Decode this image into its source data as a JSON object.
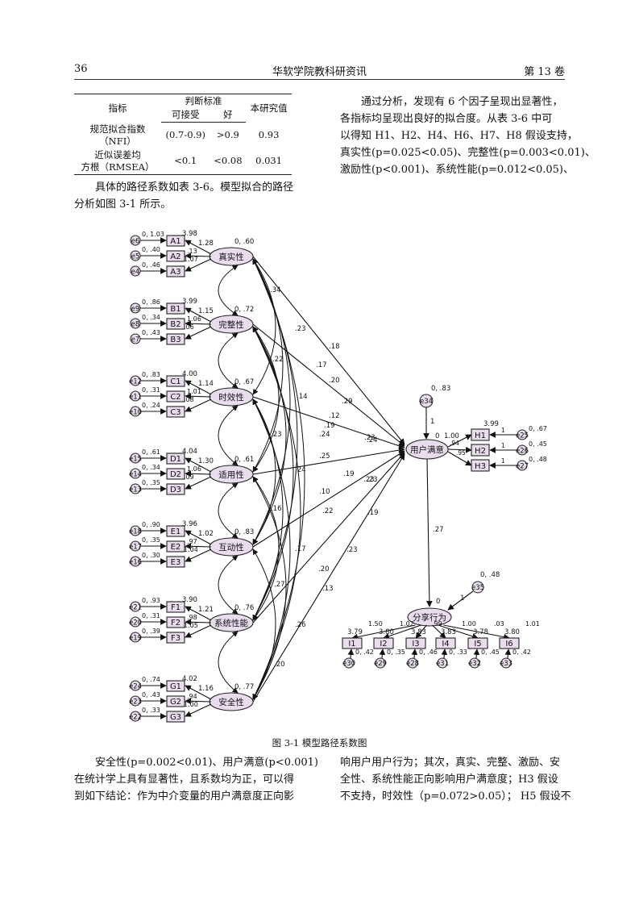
{
  "header": {
    "page_number": "36",
    "journal": "华软学院教科研资讯",
    "volume": "第 13 卷"
  },
  "criteria_table": {
    "headers": [
      "指标",
      "判断标准",
      "可接受",
      "好",
      "本研究值"
    ],
    "rows": [
      {
        "name_l1": "规范拟合指数",
        "name_l2": "（NFI）",
        "acceptable": "(0.7-0.9)",
        "good": ">0.9",
        "value": "0.93"
      },
      {
        "name_l1": "近似误差均",
        "name_l2": "方根（RMSEA）",
        "acceptable": "<0.1",
        "good": "<0.08",
        "value": "0.031"
      }
    ]
  },
  "text": {
    "left_top": [
      "具体的路径系数如表 3-6。模型拟合的路径",
      "分析如图 3-1 所示。"
    ],
    "right_top": [
      "通过分析，发现有 6 个因子呈现出显著性，",
      "各指标均呈现出良好的拟合度。从表 3-6 中可",
      "以得知 H1、H2、H4、H6、H7、H8 假设支持，",
      "真实性(p=0.025<0.05)、完整性(p=0.003<0.01)、",
      "激励性(p<0.001)、系统性能(p=0.012<0.05)、"
    ],
    "left_bottom": [
      "安全性(p=0.002<0.01)、用户满意(p<0.001)",
      "在统计学上具有显著性，且系数均为正，可以得",
      "到如下结论：作为中介变量的用户满意度正向影"
    ],
    "right_bottom": [
      "响用户用户行为；其次，真实、完整、激励、安",
      "全性、系统性能正向影响用户满意度；H3 假设",
      "不支持，时效性（p=0.072>0.05）； H5 假设不"
    ]
  },
  "figure_caption": "图 3-1 模型路径系数图",
  "diagram": {
    "factors": [
      {
        "name": "真实性",
        "var": "0, .60",
        "items": [
          "A1",
          "A2",
          "A3"
        ],
        "errors": [
          "e6",
          "e5",
          "e4"
        ],
        "err_labels": [
          "0, 1.03",
          "0, .40",
          "0, .46"
        ],
        "mean": "3.98",
        "load": "1.28",
        "l2": ".13",
        "l3": "1.07"
      },
      {
        "name": "完整性",
        "var": "0, .72",
        "items": [
          "B1",
          "B2",
          "B3"
        ],
        "errors": [
          "e9",
          "e8",
          "e7"
        ],
        "err_labels": [
          "0, .86",
          "0, .34",
          "0, .43"
        ],
        "mean": "3.99",
        "load": "1.15",
        "l2": "1.06",
        "l3": ".06"
      },
      {
        "name": "时效性",
        "var": "0, .67",
        "items": [
          "C1",
          "C2",
          "C3"
        ],
        "errors": [
          "e12",
          "e11",
          "e10"
        ],
        "err_labels": [
          "0, .83",
          "0, .31",
          "0, .24"
        ],
        "mean": "4.00",
        "load": "1.14",
        "l2": "1.01",
        "l3": ".08"
      },
      {
        "name": "适用性",
        "var": "0, .61",
        "items": [
          "D1",
          "D2",
          "D3"
        ],
        "errors": [
          "e15",
          "e14",
          "e13"
        ],
        "err_labels": [
          "0, .61",
          "0, .34",
          "0, .35"
        ],
        "mean": "4.04",
        "load": "1.30",
        "l2": "1.06",
        "l3": ".09"
      },
      {
        "name": "互动性",
        "var": "0, .83",
        "items": [
          "E1",
          "E2",
          "E3"
        ],
        "errors": [
          "e18",
          "e17",
          "e16"
        ],
        "err_labels": [
          "0, .90",
          "0, .35",
          "0, .30"
        ],
        "mean": "3.96",
        "load": "1.02",
        "l2": ".97",
        "l3": "1.04"
      },
      {
        "name": "系统性能",
        "var": "0, .76",
        "items": [
          "F1",
          "F2",
          "F3"
        ],
        "errors": [
          "e21",
          "e20",
          "e19"
        ],
        "err_labels": [
          "0, .93",
          "0, .31",
          "0, .39"
        ],
        "mean": "3.90",
        "load": "1.21",
        "l2": ".98",
        "l3": "1.05"
      },
      {
        "name": "安全性",
        "var": "0, .77",
        "items": [
          "G1",
          "G2",
          "G3"
        ],
        "errors": [
          "e24",
          "e23",
          "e22"
        ],
        "err_labels": [
          "0, .74",
          "0, .43",
          "0, .33"
        ],
        "mean": "4.02",
        "load": "1.16",
        "l2": ".94",
        "l3": "1.00"
      }
    ],
    "satisfaction": {
      "name": "用户满意",
      "error": "e34",
      "error_label": "0, .83",
      "err_path": "1",
      "intercept": "0",
      "items": [
        "H1",
        "H2",
        "H3"
      ],
      "errors": [
        "e25",
        "e26",
        "e27"
      ],
      "err_labels": [
        "0, .67",
        "0, .45",
        "0, .48"
      ],
      "mean": "3.99",
      "loads": [
        "1.00",
        ".94",
        ".95"
      ],
      "small": [
        "1",
        "1",
        "1"
      ]
    },
    "behavior": {
      "name": "分享行为",
      "error": "e35",
      "error_label": "0, .48",
      "err_path": "1",
      "intercept": "0",
      "items": [
        "I1",
        "I2",
        "I3",
        "I4",
        "I5",
        "I6"
      ],
      "errors": [
        "e30",
        "e29",
        "e28",
        "e31",
        "e32",
        "e33"
      ],
      "err_labels": [
        "0, .42",
        "0, .35",
        "0, .46",
        "0, .33",
        "0, .45",
        "0, .42"
      ],
      "means": [
        "3.79",
        "3.80",
        "3.83",
        "3.83",
        "3.78",
        "3.80"
      ],
      "loads": [
        "1.50",
        "1.02",
        ".99",
        "1.00",
        ".03",
        "1.01"
      ]
    },
    "sat_to_beh": ".27",
    "covariances": [
      ".34",
      ".23",
      ".18",
      ".17",
      ".20",
      ".22",
      ".14",
      ".12",
      ".29",
      ".23",
      ".24",
      ".23",
      ".25",
      ".24",
      ".10",
      ".19",
      ".23",
      ".22",
      ".16",
      ".19",
      ".17",
      ".20",
      ".23",
      ".27",
      ".13",
      ".26",
      ".20"
    ],
    "reg_paths": [
      ".24",
      ".23",
      ".19"
    ]
  }
}
